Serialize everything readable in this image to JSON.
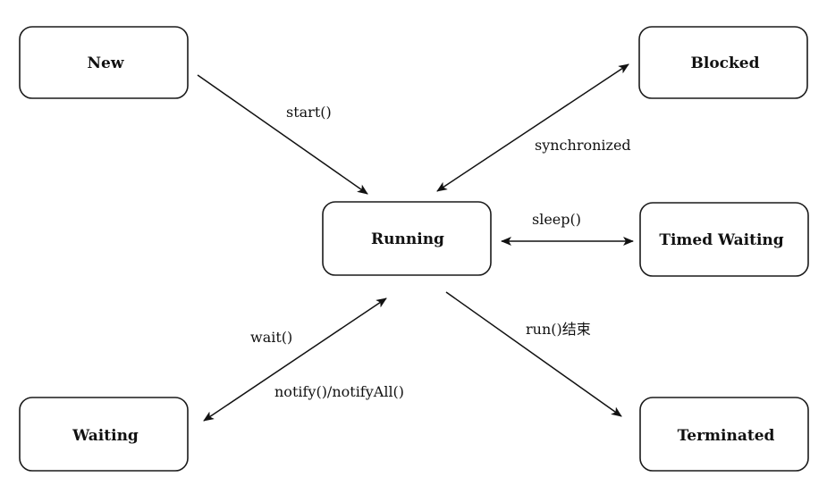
{
  "diagram": {
    "states": {
      "new": "New",
      "blocked": "Blocked",
      "running": "Running",
      "timed_waiting": "Timed Waiting",
      "waiting": "Waiting",
      "terminated": "Terminated"
    },
    "transitions": {
      "start": "start()",
      "synchronized": "synchronized",
      "sleep": "sleep()",
      "wait": "wait()",
      "notify": "notify()/notifyAll()",
      "run_end": "run()结束"
    },
    "colors": {
      "stroke": "#111111",
      "background": "#ffffff"
    }
  }
}
